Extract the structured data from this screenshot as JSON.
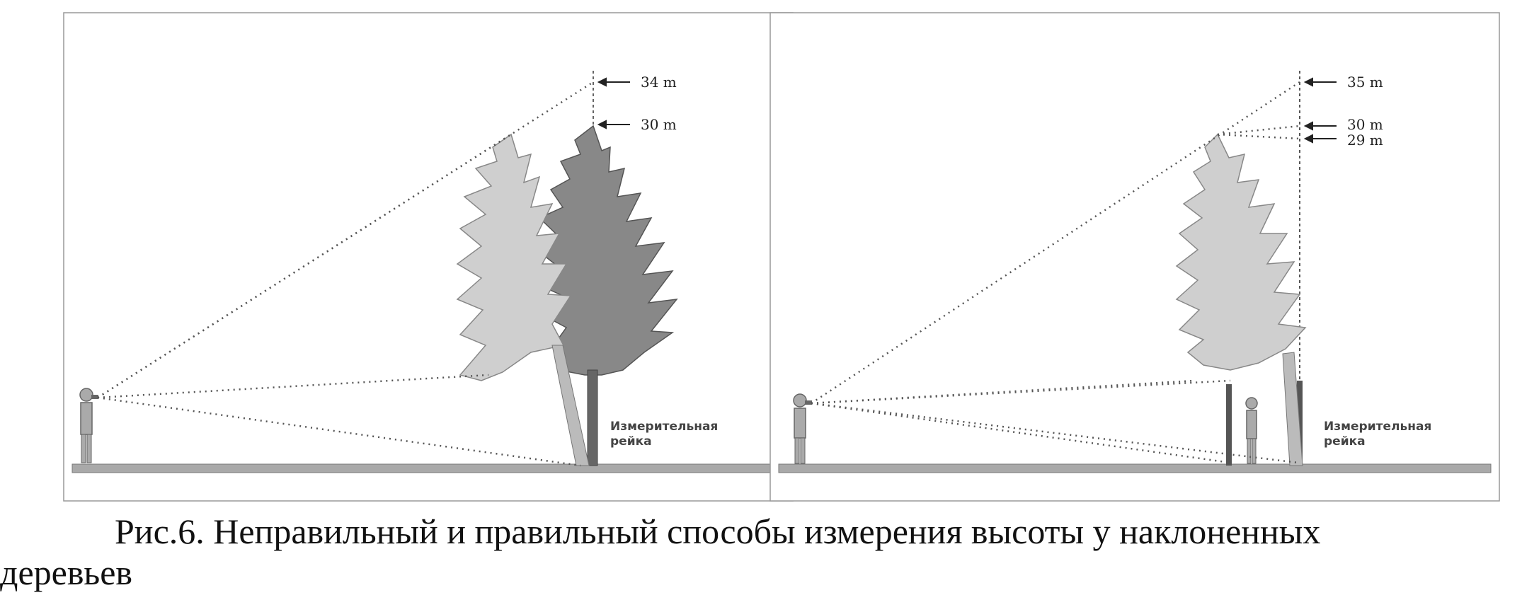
{
  "left_panel": {
    "markers": [
      "34 m",
      "30 m"
    ],
    "rod_label": [
      "Измерительная",
      "рейка"
    ]
  },
  "right_panel": {
    "markers": [
      "35 m",
      "30 m",
      "29 m"
    ],
    "rod_label": [
      "Измерительная",
      "рейка"
    ]
  },
  "caption": {
    "line1": "Рис.6. Неправильный и правильный способы измерения высоты у наклоненных",
    "line2": "деревьев"
  }
}
